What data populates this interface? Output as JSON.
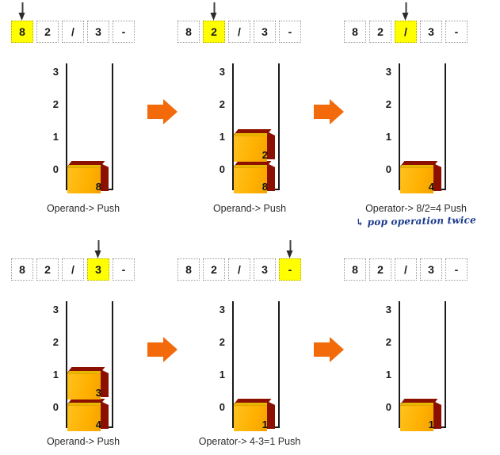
{
  "expression": "8 2 / 3 -",
  "axis_labels": [
    "3",
    "2",
    "1",
    "0"
  ],
  "colors": {
    "highlight": "#FFFF00",
    "arrow": "#F26A0A",
    "crate_front": "#FFB600",
    "crate_side": "#8C1000",
    "handwriting": "#1B3A8C"
  },
  "panels": [
    {
      "id": "step-1",
      "tokens": [
        {
          "text": "8",
          "highlighted": true,
          "pointer": true
        },
        {
          "text": "2",
          "highlighted": false,
          "pointer": false
        },
        {
          "text": "/",
          "highlighted": false,
          "pointer": false
        },
        {
          "text": "3",
          "highlighted": false,
          "pointer": false
        },
        {
          "text": "-",
          "highlighted": false,
          "pointer": false
        }
      ],
      "stack": [
        "8"
      ],
      "caption": "Operand-> Push",
      "note": ""
    },
    {
      "id": "step-2",
      "tokens": [
        {
          "text": "8",
          "highlighted": false,
          "pointer": false
        },
        {
          "text": "2",
          "highlighted": true,
          "pointer": true
        },
        {
          "text": "/",
          "highlighted": false,
          "pointer": false
        },
        {
          "text": "3",
          "highlighted": false,
          "pointer": false
        },
        {
          "text": "-",
          "highlighted": false,
          "pointer": false
        }
      ],
      "stack": [
        "8",
        "2"
      ],
      "caption": "Operand-> Push",
      "note": ""
    },
    {
      "id": "step-3",
      "tokens": [
        {
          "text": "8",
          "highlighted": false,
          "pointer": false
        },
        {
          "text": "2",
          "highlighted": false,
          "pointer": false
        },
        {
          "text": "/",
          "highlighted": true,
          "pointer": true
        },
        {
          "text": "3",
          "highlighted": false,
          "pointer": false
        },
        {
          "text": "-",
          "highlighted": false,
          "pointer": false
        }
      ],
      "stack": [
        "4"
      ],
      "caption": "Operator-> 8/2=4 Push",
      "note": "↳ pop operation twice"
    },
    {
      "id": "step-4",
      "tokens": [
        {
          "text": "8",
          "highlighted": false,
          "pointer": false
        },
        {
          "text": "2",
          "highlighted": false,
          "pointer": false
        },
        {
          "text": "/",
          "highlighted": false,
          "pointer": false
        },
        {
          "text": "3",
          "highlighted": true,
          "pointer": true
        },
        {
          "text": "-",
          "highlighted": false,
          "pointer": false
        }
      ],
      "stack": [
        "4",
        "3"
      ],
      "caption": "Operand-> Push",
      "note": ""
    },
    {
      "id": "step-5",
      "tokens": [
        {
          "text": "8",
          "highlighted": false,
          "pointer": false
        },
        {
          "text": "2",
          "highlighted": false,
          "pointer": false
        },
        {
          "text": "/",
          "highlighted": false,
          "pointer": false
        },
        {
          "text": "3",
          "highlighted": false,
          "pointer": false
        },
        {
          "text": "-",
          "highlighted": true,
          "pointer": true
        }
      ],
      "stack": [
        "1"
      ],
      "caption": "Operator-> 4-3=1 Push",
      "note": ""
    },
    {
      "id": "step-6",
      "tokens": [
        {
          "text": "8",
          "highlighted": false,
          "pointer": false
        },
        {
          "text": "2",
          "highlighted": false,
          "pointer": false
        },
        {
          "text": "/",
          "highlighted": false,
          "pointer": false
        },
        {
          "text": "3",
          "highlighted": false,
          "pointer": false
        },
        {
          "text": "-",
          "highlighted": false,
          "pointer": false
        }
      ],
      "stack": [
        "1"
      ],
      "caption": "",
      "note": ""
    }
  ],
  "flow_arrows": [
    "arrow-1",
    "arrow-2",
    "arrow-3",
    "arrow-4"
  ]
}
